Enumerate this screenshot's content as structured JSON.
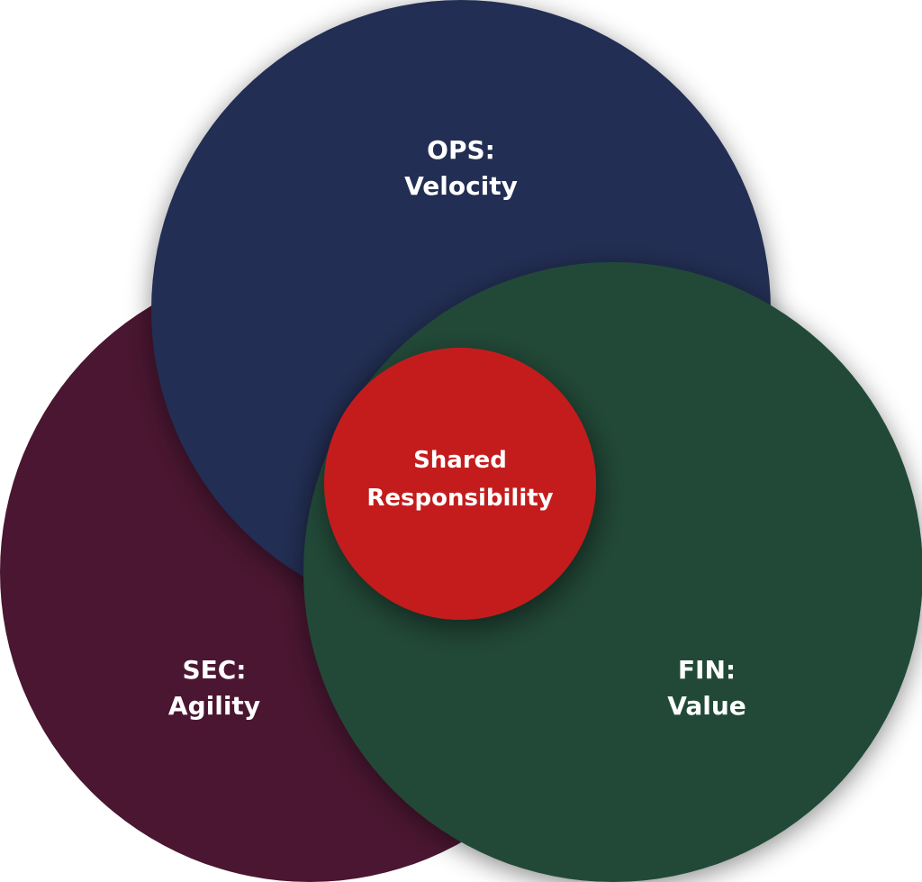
{
  "circles": {
    "ops": {
      "title": "OPS:",
      "subtitle": "Velocity",
      "color": "#212D52"
    },
    "sec": {
      "title": "SEC:",
      "subtitle": "Agility",
      "color": "#4A1631"
    },
    "fin": {
      "title": "FIN:",
      "subtitle": "Value",
      "color": "#204A39"
    },
    "core": {
      "title": "Shared",
      "subtitle": "Responsibility",
      "color": "#C41C1C"
    }
  }
}
